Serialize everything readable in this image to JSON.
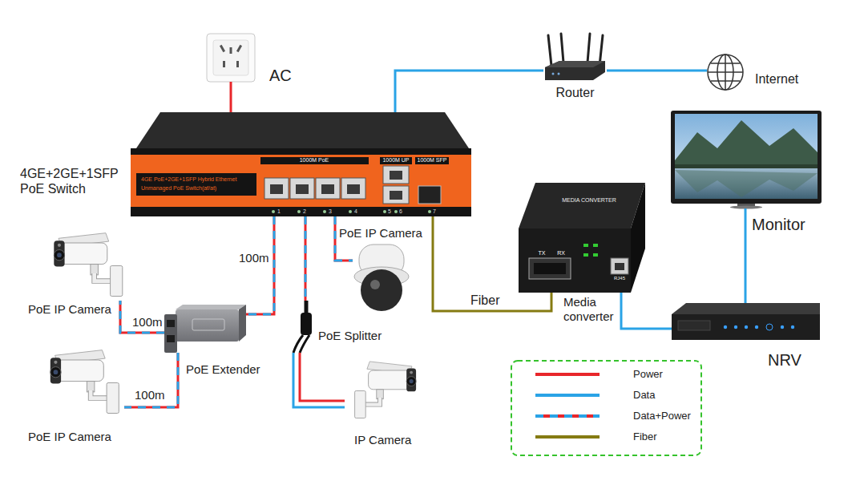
{
  "diagram": {
    "nodes": [
      {
        "text": [
          "AC"
        ]
      },
      {
        "text": [
          "Router"
        ]
      },
      {
        "text": [
          "Internet"
        ]
      },
      {
        "text": [
          "4GE+2GE+1SFP PoE Switch"
        ]
      },
      {
        "text": [
          "Monitor"
        ]
      },
      {
        "text": [
          "PoE IP Camera"
        ]
      },
      {
        "text": [
          "PoE IP Camera"
        ]
      },
      {
        "text": [
          "Media converter"
        ]
      },
      {
        "text": [
          "PoE Extender"
        ]
      },
      {
        "text": [
          "PoE Splitter"
        ]
      },
      {
        "text": [
          "NRV"
        ]
      },
      {
        "text": [
          "PoE IP Camera"
        ]
      },
      {
        "text": [
          "IP Camera"
        ]
      }
    ],
    "edges": [
      {
        "from": 0,
        "to": 3,
        "arrow": "none"
      },
      {
        "from": 3,
        "to": 1,
        "arrow": "none"
      },
      {
        "from": 1,
        "to": 2,
        "arrow": "none"
      },
      {
        "from": 3,
        "to": 8,
        "label": "100m",
        "arrow": "none"
      },
      {
        "from": 8,
        "to": 5,
        "label": "100m",
        "arrow": "none"
      },
      {
        "from": 8,
        "to": 11,
        "label": "100m",
        "arrow": "none"
      },
      {
        "from": 3,
        "to": 9,
        "arrow": "none"
      },
      {
        "from": 9,
        "to": 12,
        "arrow": "none"
      },
      {
        "from": 3,
        "to": 6,
        "arrow": "none"
      },
      {
        "from": 3,
        "to": 7,
        "label": "Fiber",
        "arrow": "none"
      },
      {
        "from": 7,
        "to": 10,
        "arrow": "none"
      },
      {
        "from": 10,
        "to": 4,
        "arrow": "none"
      }
    ],
    "labels": [
      "1000M PoE",
      "1000M UP",
      "1000M SFP",
      "4GE PoE+2GE+1SFP Hybrid Ethernet",
      "Unmanaged PoE Switch(af/at)",
      "1",
      "2",
      "3",
      "4",
      "5",
      "6",
      "7",
      "TX",
      "RX",
      "MEDIA CONVERTER",
      "RJ45"
    ],
    "legend": [
      {
        "text": "Power",
        "color": "#e8262b"
      },
      {
        "text": "Data",
        "color": "#2aa3e6"
      },
      {
        "text": "Data+Power"
      },
      {
        "text": "Fiber",
        "color": "#857b12"
      }
    ]
  }
}
